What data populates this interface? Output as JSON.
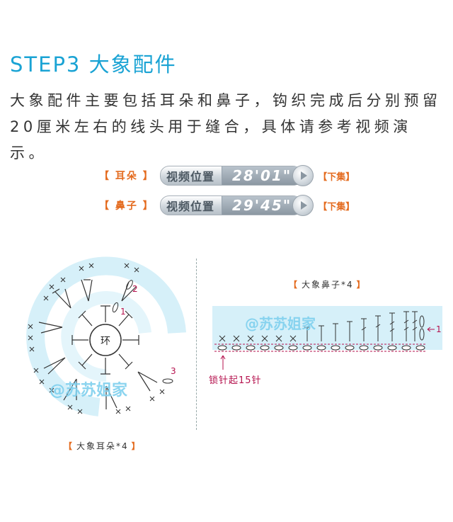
{
  "title": "STEP3 大象配件",
  "description": "大象配件主要包括耳朵和鼻子，钩织完成后分别预留20厘米左右的线头用于缝合，具体请参考视频演示。",
  "video_rows": [
    {
      "bracket_open": "【",
      "part": "耳朵",
      "bracket_close": "】",
      "label": "视频位置",
      "time": "28'01\"",
      "next": "【下集】"
    },
    {
      "bracket_open": "【",
      "part": "鼻子",
      "bracket_close": "】",
      "label": "视频位置",
      "time": "29'45\"",
      "next": "【下集】"
    }
  ],
  "ear_diagram": {
    "ring_label": "环",
    "markers": [
      "1",
      "2",
      "3"
    ],
    "caption_open": "【",
    "caption": "大象耳朵*4",
    "caption_close": "】",
    "watermark": "@苏苏姐家"
  },
  "nose_diagram": {
    "caption_open": "【",
    "caption": "大象鼻子*4",
    "caption_close": "】",
    "row_marker": "1",
    "chain_note": "锁针起15针",
    "watermark": "@苏苏姐家"
  },
  "colors": {
    "title": "#1aa3d4",
    "accent": "#e46b1f",
    "marker": "#b5124e",
    "watermark": "#7fd0ee"
  }
}
